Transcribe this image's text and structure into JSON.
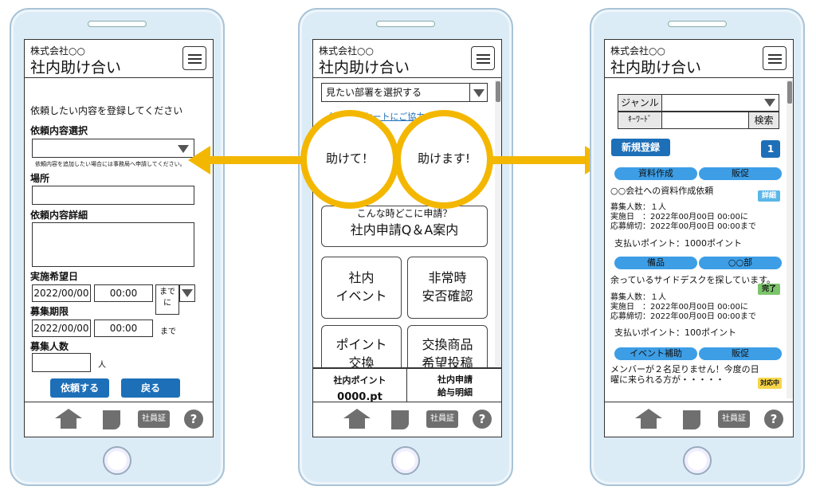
{
  "app": {
    "company": "株式会社○○",
    "title": "社内助け合い"
  },
  "footer": {
    "id_label": "社員証",
    "help_label": "?"
  },
  "left": {
    "intro": "依頼したい内容を登録してください",
    "request_select_label": "依頼内容選択",
    "request_note": "依頼内容を追加したい場合には事務局へ申請してください。",
    "place_label": "場所",
    "detail_label": "依頼内容詳細",
    "date_label": "実施希望日",
    "date_value": "2022/00/00",
    "time_value": "00:00",
    "until_text": "まで\nに",
    "period_label": "募集期限",
    "period_date": "2022/00/00",
    "period_time": "00:00",
    "period_until": "まで",
    "people_label": "募集人数",
    "people_unit": "人",
    "submit_label": "依頼する",
    "back_label": "戻る"
  },
  "center": {
    "dept_select": "見たい部署を選択する",
    "survey_link": "社内アンケートにご協力ください",
    "help_me": "助けて！",
    "i_help": "助けます!",
    "qa_hint": "こんな時どこに申請？",
    "qa_title": "社内申請Q＆A案内",
    "tiles": [
      {
        "label": "社内\nイベント"
      },
      {
        "label": "非常時\n安否確認"
      },
      {
        "label": "ポイント\n交換"
      },
      {
        "label": "交換商品\n希望投稿"
      }
    ],
    "points_label": "社内ポイント",
    "points_value": "0000.pt",
    "apply_label": "社内申請\n給与明細"
  },
  "right": {
    "genre_label": "ジャンル",
    "keyword_label": "ｷｰﾜｰﾄﾞ",
    "search_label": "検索",
    "new_label": "新規登録",
    "page_badge": "1",
    "posts": [
      {
        "tags": [
          "資料作成",
          "販促"
        ],
        "title": "○○会社への資料作成依頼",
        "badge": "詳細",
        "lines": [
          "募集人数：１人",
          "実施日　：2022年00月00日 00:00に",
          "応募締切：2022年00月00日 00:00まで"
        ],
        "points": "支払いポイント：1000ポイント"
      },
      {
        "tags": [
          "備品",
          "○○部"
        ],
        "title": "余っているサイドデスクを探しています。",
        "badge": "完了",
        "lines": [
          "募集人数：１人",
          "実施日　：2022年00月00日 00:00に",
          "応募締切：2022年00月00日 00:00まで"
        ],
        "points": "支払いポイント：100ポイント"
      },
      {
        "tags": [
          "イベント補助",
          "販促"
        ],
        "title": "メンバーが２名足りません！今度の日曜に来られる方が・・・・・",
        "badge": "対応中"
      }
    ]
  },
  "colors": {
    "accent": "#f4b700",
    "primary": "#1d6fb8",
    "tag": "#3d9ee6",
    "phone": "#dcecf7"
  }
}
